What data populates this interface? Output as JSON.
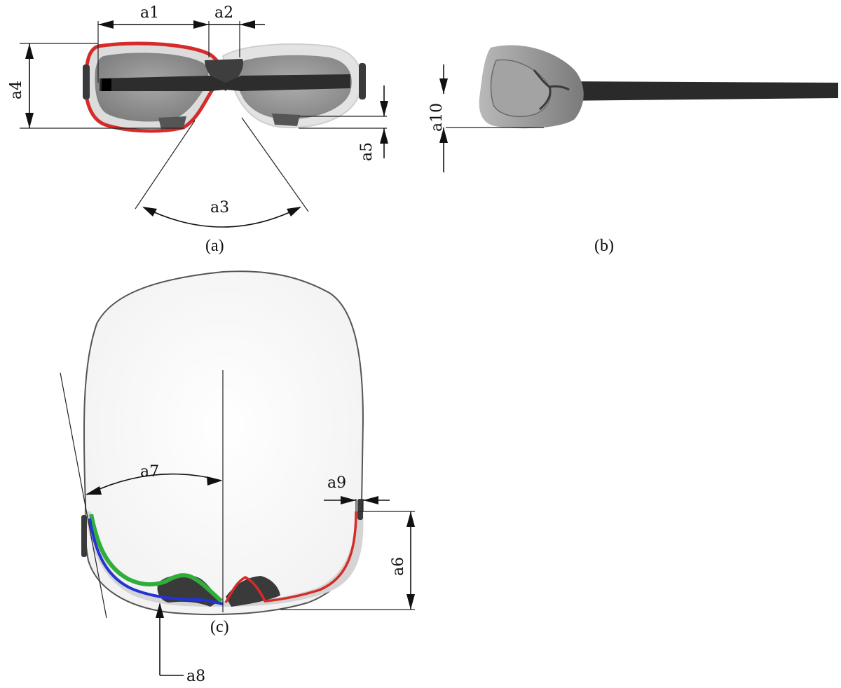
{
  "panels": {
    "a": {
      "caption": "(a)"
    },
    "b": {
      "caption": "(b)"
    },
    "c": {
      "caption": "(c)"
    }
  },
  "dimensions": {
    "a1": "a1",
    "a2": "a2",
    "a3": "a3",
    "a4": "a4",
    "a5": "a5",
    "a6": "a6",
    "a7": "a7",
    "a8": "a8",
    "a9": "a9",
    "a10": "a10"
  },
  "colors": {
    "outline_red": "#d62b2b",
    "outline_green": "#2fae3a",
    "outline_blue": "#2433d6",
    "lens_gray": "#8f8f8f",
    "strap_dark": "#2a2a2a"
  }
}
